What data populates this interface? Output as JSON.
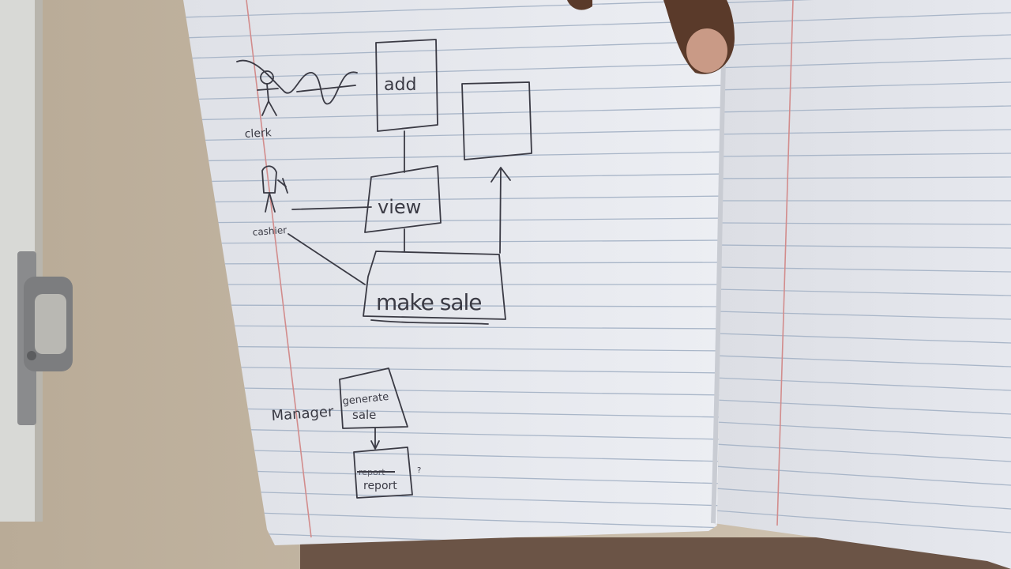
{
  "photo": {
    "subject": "hand-drawn use case diagram on ruled notebook paper"
  },
  "diagram": {
    "actors": [
      {
        "id": "clerk",
        "label": "clerk"
      },
      {
        "id": "cashier",
        "label": "cashier"
      },
      {
        "id": "manager",
        "label": "Manager"
      }
    ],
    "boxes": {
      "add": {
        "label": "add"
      },
      "blank": {
        "label": ""
      },
      "view": {
        "label": "view"
      },
      "make_sale": {
        "label": "make sale"
      },
      "generate": {
        "line1": "generate",
        "line2": "sale"
      },
      "report": {
        "struck": "report",
        "label": "report"
      }
    },
    "question_mark": "?"
  },
  "colors": {
    "paper": "#e4e6ec",
    "rule": "#a9b6c8",
    "margin": "#d28c8c",
    "ink": "#3a3a44",
    "wall": "#c6b9a6",
    "door": "#dadbd9",
    "handle": "#7c7d7f",
    "skin": "#5a3a2a"
  },
  "icons": [
    "door-handle-icon",
    "hand-icon",
    "stick-figure-icon"
  ]
}
